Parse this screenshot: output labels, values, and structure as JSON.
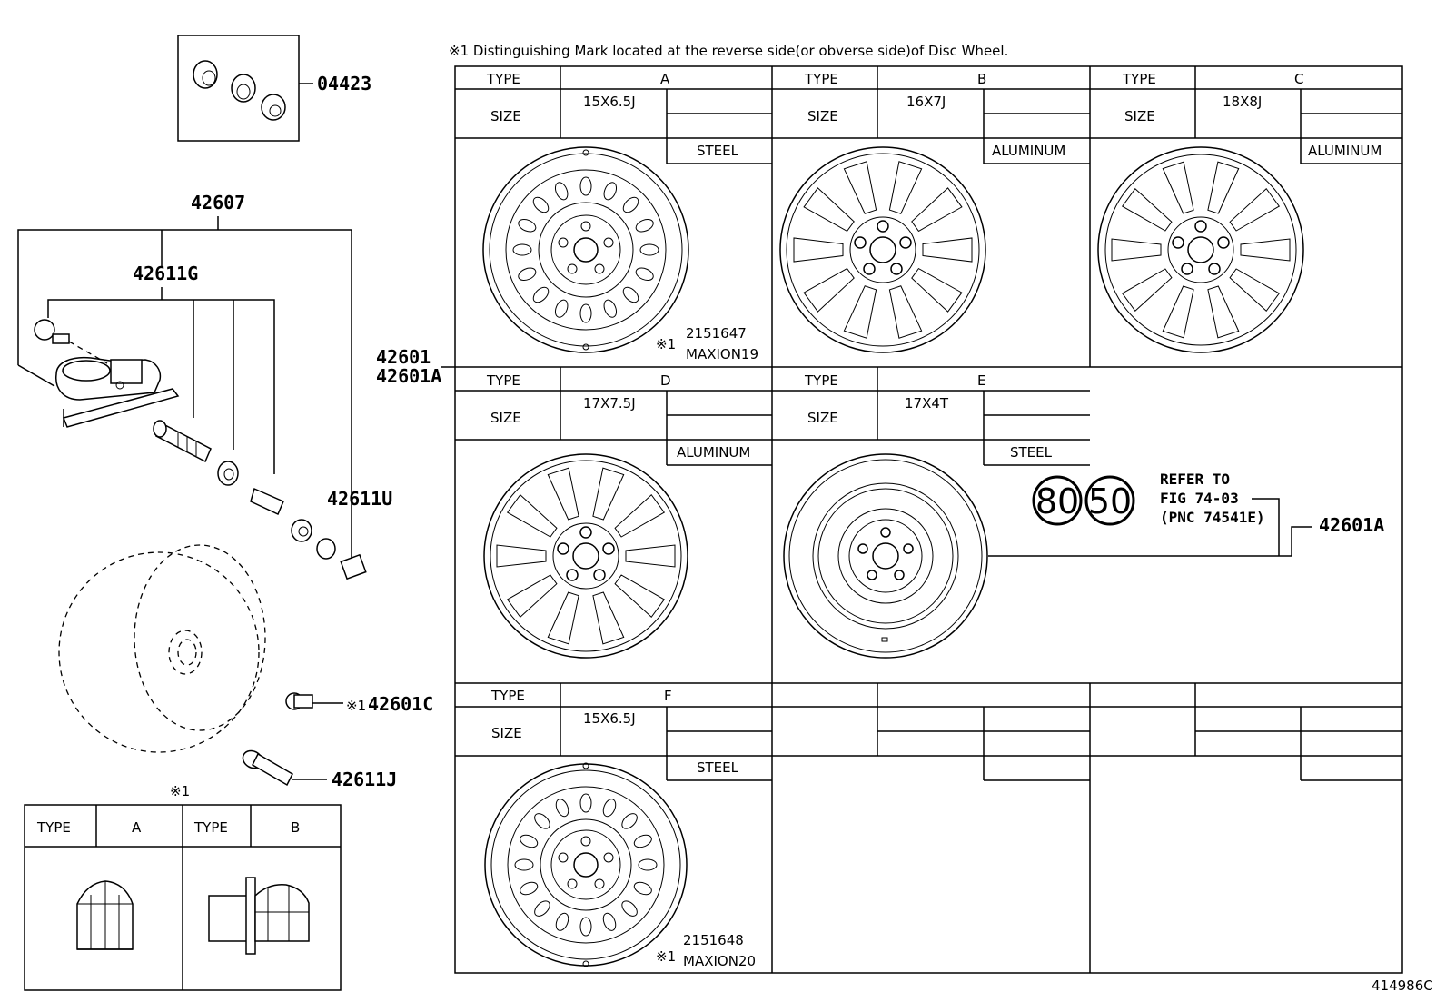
{
  "diagram": {
    "note": "※1 Distinguishing Mark located at the reverse side(or obverse side)of Disc Wheel.",
    "figure_code": "414986C",
    "labels": {
      "type": "TYPE",
      "size": "SIZE"
    },
    "part_numbers": {
      "valve_cap_kit": "04423",
      "tpms_assy": "42607",
      "valve_sub": "42611G",
      "valve_stem": "42611U",
      "nut_c": "42601C",
      "valve_j": "42611J",
      "wheel": "42601",
      "wheel_a": "42601A",
      "spare": "42601A"
    },
    "ref_mark": "※1",
    "ref_mark_small": "※1",
    "wheels": [
      {
        "type": "A",
        "size": "15X6.5J",
        "material": "STEEL",
        "mark_num": "2151647",
        "mark_name": "MAXION19"
      },
      {
        "type": "B",
        "size": "16X7J",
        "material": "ALUMINUM"
      },
      {
        "type": "C",
        "size": "18X8J",
        "material": "ALUMINUM"
      },
      {
        "type": "D",
        "size": "17X7.5J",
        "material": "ALUMINUM"
      },
      {
        "type": "E",
        "size": "17X4T",
        "material": "STEEL"
      },
      {
        "type": "F",
        "size": "15X6.5J",
        "material": "STEEL",
        "mark_num": "2151648",
        "mark_name": "MAXION20"
      }
    ],
    "refer": {
      "badge1": "80",
      "badge2": "50",
      "line1": "REFER TO",
      "line2": "FIG 74-03",
      "line3": "(PNC 74541E)"
    },
    "nut_table": {
      "mark": "※1",
      "col1_type": "TYPE",
      "col1_val": "A",
      "col2_type": "TYPE",
      "col2_val": "B"
    }
  }
}
